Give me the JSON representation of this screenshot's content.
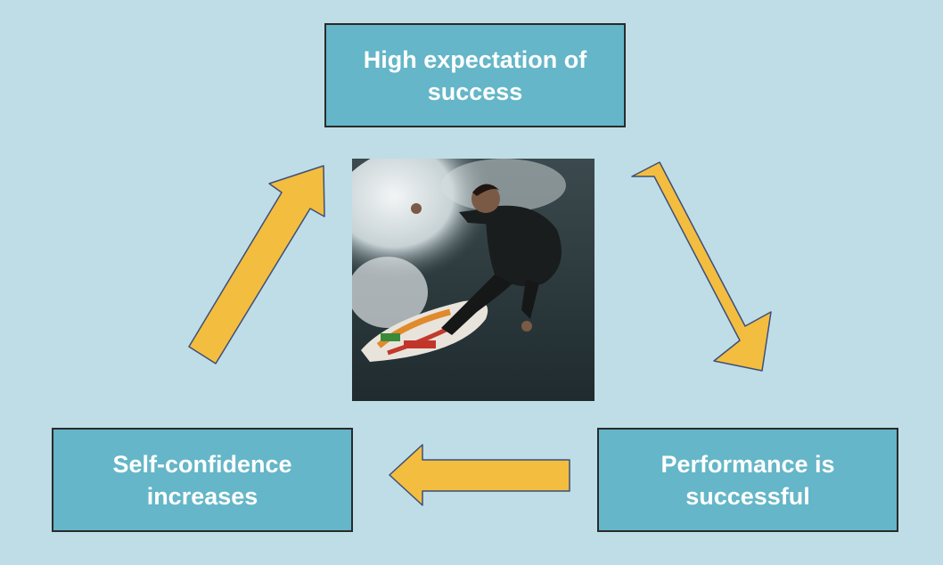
{
  "diagram": {
    "nodes": [
      {
        "id": "top",
        "label": "High expectation of success"
      },
      {
        "id": "right",
        "label": "Performance is successful"
      },
      {
        "id": "left",
        "label": "Self-confidence increases"
      }
    ],
    "edges": [
      {
        "from": "top",
        "to": "right"
      },
      {
        "from": "right",
        "to": "left"
      },
      {
        "from": "left",
        "to": "top"
      }
    ],
    "colors": {
      "background": "#bfdde6",
      "box_fill": "#64b6c8",
      "box_text": "#ffffff",
      "arrow_fill": "#f3bd3f",
      "arrow_stroke": "#3d4f7a"
    },
    "center_image": "surfer-photo"
  }
}
